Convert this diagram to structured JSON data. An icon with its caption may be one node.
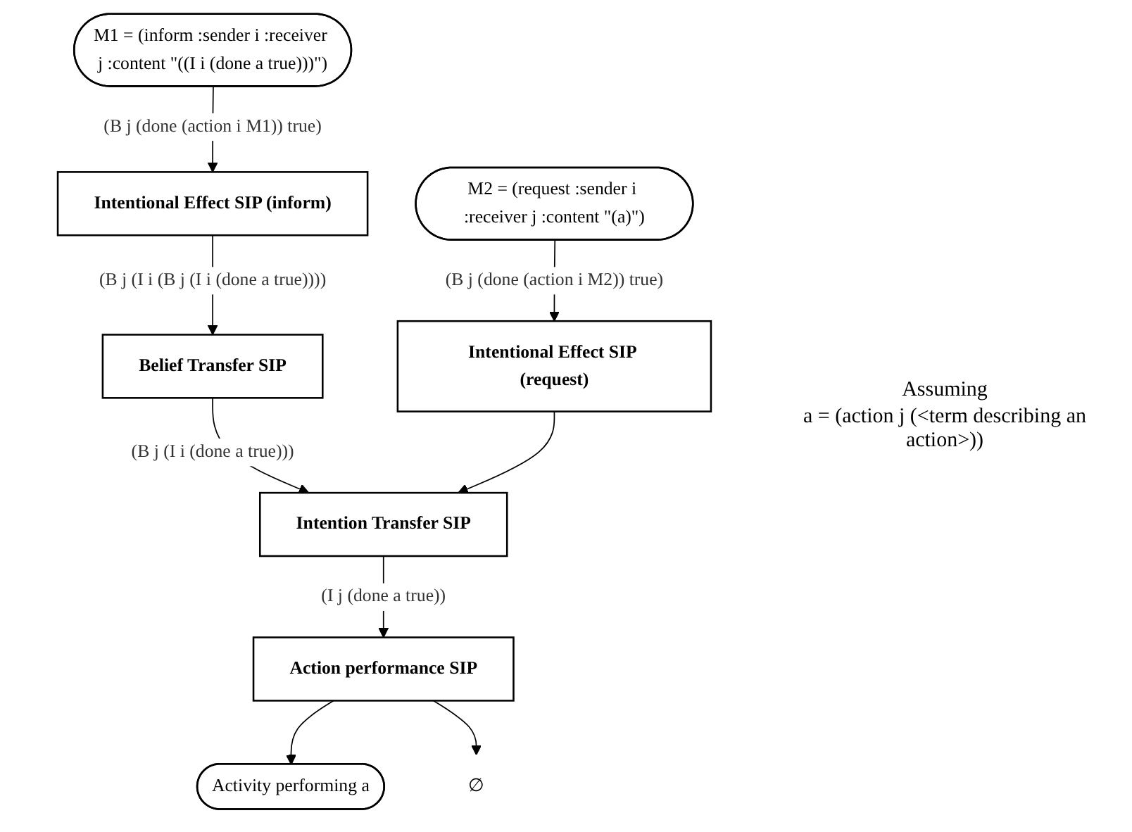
{
  "diagram": {
    "nodes": [
      {
        "text": [
          "M1 = (inform :sender i :receiver j :content \"((I i (done a true)))\")"
        ]
      },
      {
        "text": [
          "M2 = (request :sender i :receiver j :content \"(a)\")"
        ]
      },
      {
        "text": [
          "Intentional Effect SIP (inform)"
        ]
      },
      {
        "text": [
          "Intentional Effect SIP (request)"
        ]
      },
      {
        "text": [
          "Belief Transfer SIP"
        ]
      },
      {
        "text": [
          "Intention Transfer SIP"
        ]
      },
      {
        "text": [
          "Action performance SIP"
        ]
      },
      {
        "text": [
          "Activity performing a"
        ]
      },
      {
        "text": [
          "∅"
        ]
      }
    ],
    "edges": [
      {
        "from": 0,
        "to": 2,
        "arrow": "to",
        "label": "(B j (done (action  i M1)) true)"
      },
      {
        "from": 1,
        "to": 3,
        "arrow": "to",
        "label": "(B j (done (action  i M2)) true)"
      },
      {
        "from": 2,
        "to": 4,
        "arrow": "to",
        "label": "(B j (I i (B j (I i (done a true))))"
      },
      {
        "from": 4,
        "to": 5,
        "arrow": "to",
        "label": "(B j (I i (done a true)))"
      },
      {
        "from": 3,
        "to": 5,
        "arrow": "to"
      },
      {
        "from": 5,
        "to": 6,
        "arrow": "to",
        "label": "(I j (done a true))"
      },
      {
        "from": 6,
        "to": 7,
        "arrow": "to"
      },
      {
        "from": 6,
        "to": 8,
        "arrow": "to"
      }
    ],
    "labels": [
      "Assuming",
      "a = (action j (<term describing an action>))"
    ]
  }
}
